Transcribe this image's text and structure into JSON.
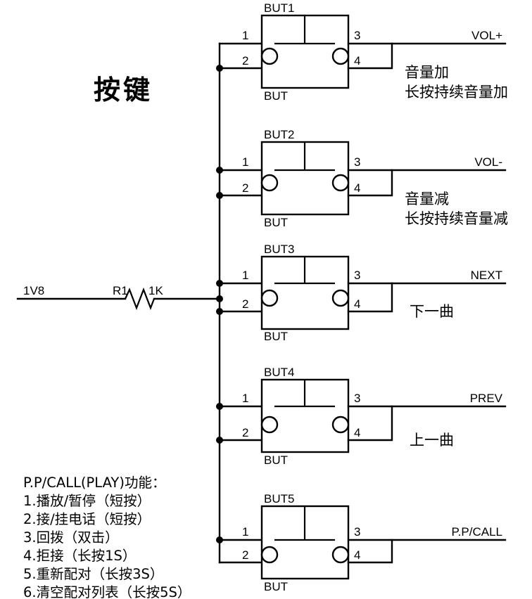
{
  "sheet": {
    "title": "按键",
    "power_rail": {
      "net_label": "1V8"
    },
    "resistor": {
      "ref": "R1",
      "value": "1K"
    },
    "part_footprint_label": "BUT",
    "pin_numbers": {
      "p1": "1",
      "p2": "2",
      "p3": "3",
      "p4": "4"
    },
    "switches": [
      {
        "ref": "BUT1",
        "footprint": "BUT",
        "net": "VOL+",
        "desc_line1": "音量加",
        "desc_line2": "长按持续音量加"
      },
      {
        "ref": "BUT2",
        "footprint": "BUT",
        "net": "VOL-",
        "desc_line1": "音量减",
        "desc_line2": "长按持续音量减"
      },
      {
        "ref": "BUT3",
        "footprint": "BUT",
        "net": "NEXT",
        "desc_line1": "下一曲",
        "desc_line2": ""
      },
      {
        "ref": "BUT4",
        "footprint": "BUT",
        "net": "PREV",
        "desc_line1": "上一曲",
        "desc_line2": ""
      },
      {
        "ref": "BUT5",
        "footprint": "BUT",
        "net": "P.P/CALL",
        "desc_line1": "",
        "desc_line2": ""
      }
    ],
    "notes": {
      "heading": "P.P/CALL(PLAY)功能：",
      "items": [
        "1.播放/暂停（短按）",
        "2.接/挂电话（短按）",
        "3.回拨（双击）",
        "4.拒接（长按1S）",
        "5.重新配对（长按3S）",
        "6.清空配对列表（长按5S）"
      ]
    },
    "colors": {
      "ink": "#000000",
      "paper": "#ffffff"
    }
  }
}
